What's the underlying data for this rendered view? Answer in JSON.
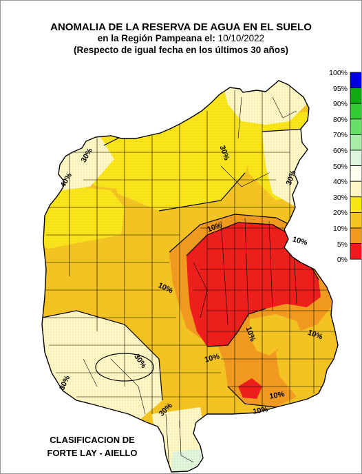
{
  "header": {
    "line1": "ANOMALIA DE LA RESERVA DE AGUA EN EL SUELO",
    "line2_prefix": "en la Región Pampeana el:",
    "date": "10/10/2022",
    "line3": "(Respecto de igual fecha en los últimos 30 años)"
  },
  "legend": {
    "classes": [
      {
        "label": "100%",
        "color": "#0000dd"
      },
      {
        "label": "95%",
        "color": "#11aa11"
      },
      {
        "label": "90%",
        "color": "#33cc33"
      },
      {
        "label": "80%",
        "color": "#66e066"
      },
      {
        "label": "70%",
        "color": "#a8eea8"
      },
      {
        "label": "60%",
        "color": "#ddf6dd"
      },
      {
        "label": "50%",
        "color": "#ffffee"
      },
      {
        "label": "40%",
        "color": "#fdf7c5"
      },
      {
        "label": "30%",
        "color": "#f9e51a"
      },
      {
        "label": "20%",
        "color": "#f4c423"
      },
      {
        "label": "10%",
        "color": "#f29a20"
      },
      {
        "label": "5%",
        "color": "#ee1c1c"
      },
      {
        "label": "0%",
        "color": ""
      }
    ]
  },
  "map": {
    "contour_labels": [
      "40%",
      "30%",
      "30%",
      "30%",
      "10%",
      "10%",
      "10%",
      "10%",
      "10%",
      "10%",
      "30%",
      "30%",
      "30%",
      "10%",
      "10%"
    ]
  },
  "footer": {
    "line1": "CLASIFICACION DE",
    "line2": "FORTE LAY - AIELLO"
  }
}
